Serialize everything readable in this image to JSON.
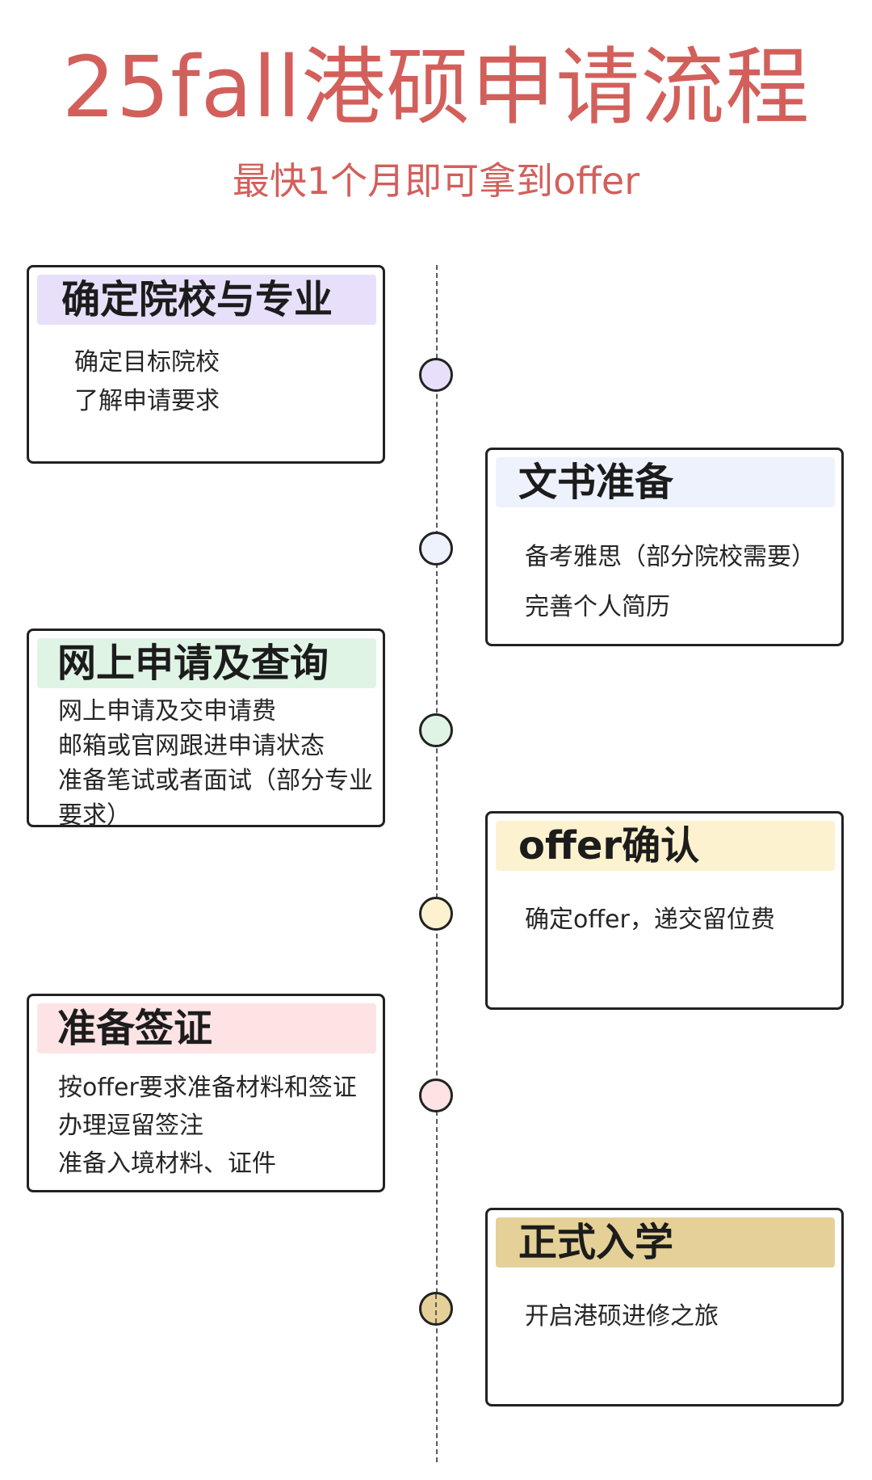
{
  "title": "25fall港硕申请流程",
  "subtitle": "最快1个月即可拿到offer",
  "steps": [
    {
      "title": "确定院校与专业",
      "color": "#e8e0fb",
      "items": [
        "确定目标院校",
        "了解申请要求"
      ]
    },
    {
      "title": "文书准备",
      "color": "#eef2fc",
      "items": [
        "备考雅思（部分院校需要）",
        "完善个人简历"
      ]
    },
    {
      "title": "网上申请及查询",
      "color": "#e0f4e5",
      "items": [
        "网上申请及交申请费",
        "邮箱或官网跟进申请状态",
        "准备笔试或者面试（部分专业",
        "要求）"
      ]
    },
    {
      "title": "offer确认",
      "color": "#fdf2d0",
      "items": [
        "确定offer，递交留位费"
      ]
    },
    {
      "title": "准备签证",
      "color": "#fde3e4",
      "items": [
        "按offer要求准备材料和签证",
        "办理逗留签注",
        "准备入境材料、证件"
      ]
    },
    {
      "title": "正式入学",
      "color": "#e5d197",
      "items": [
        "开启港硕进修之旅"
      ]
    }
  ]
}
